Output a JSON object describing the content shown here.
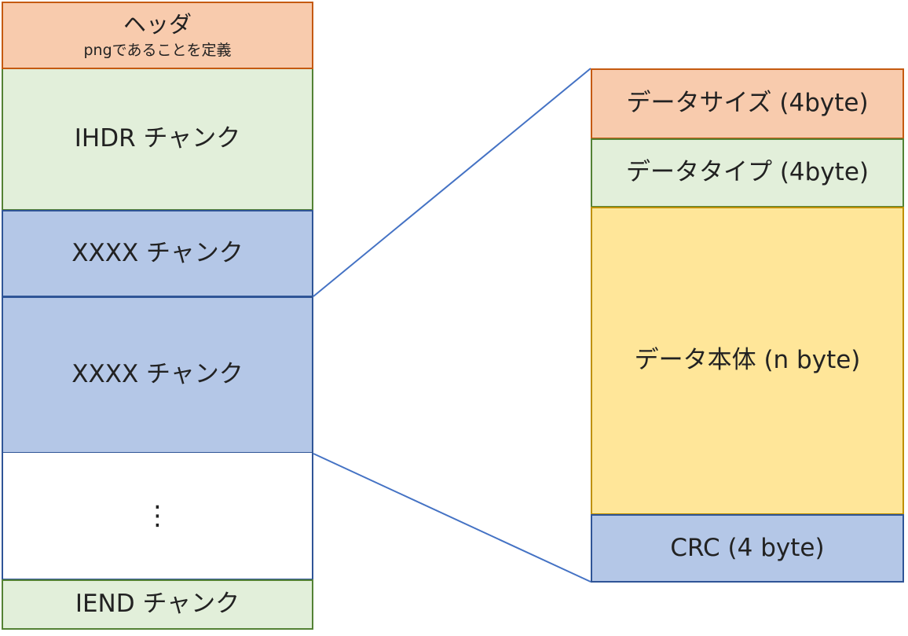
{
  "left_stack": {
    "header": {
      "title": "ヘッダ",
      "subtitle": "pngであることを定義"
    },
    "ihdr": {
      "label": "IHDR チャンク"
    },
    "chunk1": {
      "label": "XXXX チャンク"
    },
    "chunk2": {
      "label": "XXXX チャンク"
    },
    "ellipsis": {
      "label": "⋮"
    },
    "iend": {
      "label": "IEND チャンク"
    }
  },
  "right_stack": {
    "data_size": {
      "label": "データサイズ (4byte)"
    },
    "data_type": {
      "label": "データタイプ (4byte)"
    },
    "data_body": {
      "label": "データ本体 (n byte)"
    },
    "crc": {
      "label": "CRC (4 byte)"
    }
  },
  "colors": {
    "orange_fill": "#f8cbad",
    "orange_border": "#c55a11",
    "green_fill": "#e2efda",
    "green_border": "#548235",
    "blue_fill": "#b4c7e7",
    "blue_border": "#2f5597",
    "yellow_fill": "#ffe699",
    "yellow_border": "#bf9000",
    "connector": "#4472c4"
  }
}
